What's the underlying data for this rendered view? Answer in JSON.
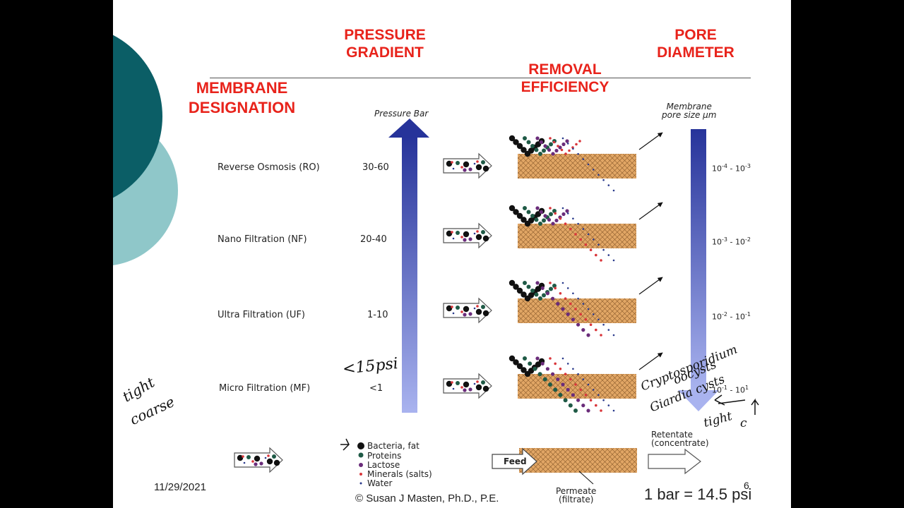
{
  "headers": {
    "pressure_gradient": "PRESSURE GRADIENT",
    "pore_diameter": "PORE DIAMETER",
    "removal_efficiency": "REMOVAL EFFICIENCY",
    "membrane_designation": "MEMBRANE DESIGNATION"
  },
  "axis": {
    "pressure_caption": "Pressure Bar",
    "pore_caption_1": "Membrane",
    "pore_caption_2": "pore size μm"
  },
  "rows": [
    {
      "name": "Reverse Osmosis (RO)",
      "pressure": "30-60",
      "pore_base1": "10",
      "pore_exp1": "-4",
      "pore_sep": " - ",
      "pore_base2": "10",
      "pore_exp2": "-3"
    },
    {
      "name": "Nano Filtration (NF)",
      "pressure": "20-40",
      "pore_base1": "10",
      "pore_exp1": "-3",
      "pore_sep": " - ",
      "pore_base2": "10",
      "pore_exp2": "-2"
    },
    {
      "name": "Ultra Filtration (UF)",
      "pressure": "1-10",
      "pore_base1": "10",
      "pore_exp1": "-2",
      "pore_sep": " - ",
      "pore_base2": "10",
      "pore_exp2": "-1"
    },
    {
      "name": "Micro Filtration (MF)",
      "pressure": "<1",
      "pore_base1": "10",
      "pore_exp1": "-1",
      "pore_sep": " - ",
      "pore_base2": "10",
      "pore_exp2": "1"
    }
  ],
  "legend": [
    {
      "label": "Bacteria, fat",
      "color": "#111111"
    },
    {
      "label": "Proteins",
      "color": "#1f5a46"
    },
    {
      "label": "Lactose",
      "color": "#6a2c7a"
    },
    {
      "label": "Minerals (salts)",
      "color": "#d9363b"
    },
    {
      "label": "Water",
      "color": "#2a3a8c"
    }
  ],
  "bottom_diagram": {
    "feed": "Feed",
    "retentate_1": "Retentate",
    "retentate_2": "(concentrate)",
    "permeate_1": "Permeate",
    "permeate_2": "(filtrate)"
  },
  "footer": {
    "date": "11/29/2021",
    "copyright": "© Susan J Masten, Ph.D., P.E.",
    "page": "6",
    "conversion": "1 bar = 14.5 psi"
  },
  "annotations": {
    "psi": "<15psi",
    "tight_coarse_1": "tight",
    "tight_coarse_2": "coarse",
    "crypto": "Cryptosporidium",
    "oocysts": "oocysts",
    "giardia": "Giardia cysts",
    "tight": "tight",
    "c": "c"
  },
  "colors": {
    "header_red": "#e8231b",
    "teal_dark": "#0b5e66",
    "teal_light": "#8fc7c9",
    "arrow_blue": "#2f3f9e",
    "membrane": "#d9a060"
  }
}
